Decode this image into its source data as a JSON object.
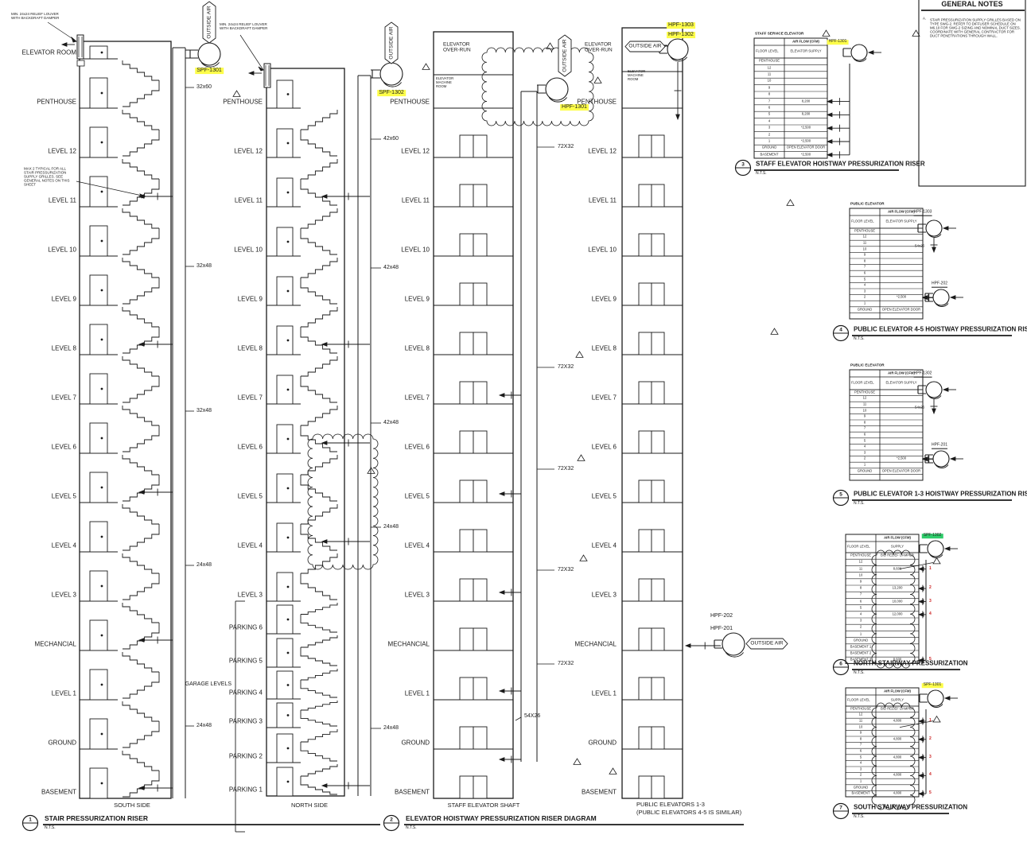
{
  "colors": {
    "line": "#1a1a1a",
    "highlight_yellow": "#fdfd4a",
    "highlight_green": "#2ecc6a",
    "marker_red": "#cc2020"
  },
  "general_notes": {
    "title": "GENERAL NOTES",
    "items": [
      {
        "id": "A.",
        "text": "STAIR PRESSURIZATION SUPPLY GRILLES BASED ON TYPE SWG-2. REFER TO DIFFUSER SCHEDULE ON M6.10 FOR SWG-2 SIZING AND NOMINAL DUCT SIZES. COORDINATE WITH GENERAL CONTRACTOR FOR DUCT PENETRATIONS THROUGH WALL."
      }
    ]
  },
  "annotations": {
    "relief_louver_note_1": "MIN. 24x24 RELIEF LOUVER WITH BACKDRAFT DAMPER",
    "relief_louver_note_2": "MIN. 24x24 RELIEF LOUVER WITH BACKDRAFT DAMPER",
    "supply_grille_note": "MAX 2 TYPICAL FOR ALL STAIR PRESSURIZATION SUPPLY GRILLES. SEE GENERAL NOTES ON THIS SHEET",
    "garage_levels": "GARAGE LEVELS",
    "outside_air": "OUTSIDE AIR"
  },
  "stair_south": {
    "side_label": "SOUTH SIDE",
    "fan_tag": "SPF-1301",
    "levels": [
      "ELEVATOR ROOM",
      "PENTHOUSE",
      "LEVEL 12",
      "LEVEL 11",
      "LEVEL 10",
      "LEVEL 9",
      "LEVEL 8",
      "LEVEL 7",
      "LEVEL 6",
      "LEVEL 5",
      "LEVEL 4",
      "LEVEL 3",
      "MECHANCIAL",
      "LEVEL 1",
      "GROUND",
      "BASEMENT"
    ],
    "duct_sizes": [
      "32x60",
      "32x48",
      "32x48",
      "24x48",
      "24x48"
    ]
  },
  "stair_north": {
    "side_label": "NORTH SIDE",
    "fan_tag": "SPF-1302",
    "levels": [
      "PENTHOUSE",
      "LEVEL 12",
      "LEVEL 11",
      "LEVEL 10",
      "LEVEL 9",
      "LEVEL 8",
      "LEVEL 7",
      "LEVEL 6",
      "LEVEL 5",
      "LEVEL 4",
      "LEVEL 3",
      "PARKING 6",
      "PARKING 5",
      "PARKING 4",
      "PARKING 3",
      "PARKING 2",
      "PARKING 1"
    ],
    "duct_sizes": [
      "42x60",
      "42x48",
      "42x48",
      "24x48",
      "24x48"
    ]
  },
  "staff_shaft": {
    "shaft_label": "STAFF ELEVATOR SHAFT",
    "overrun_label": "ELEVATOR OVER-RUN",
    "machine_room_label": "ELEVATOR MACHINE ROOM",
    "fan_tag": "HPF-1301",
    "levels": [
      "PENTHOUSE",
      "LEVEL 12",
      "LEVEL 11",
      "LEVEL 10",
      "LEVEL 9",
      "LEVEL 8",
      "LEVEL 7",
      "LEVEL 6",
      "LEVEL 5",
      "LEVEL 4",
      "LEVEL 3",
      "MECHANCIAL",
      "LEVEL 1",
      "GROUND",
      "BASEMENT"
    ],
    "duct_sizes": [
      "72X32",
      "72X32",
      "72X32",
      "72X32",
      "72X32",
      "54X26"
    ]
  },
  "public_shaft": {
    "shaft_label": "PUBLIC ELEVATORS 1-3",
    "shaft_sublabel": "(PUBLIC ELEVATORS 4-5 IS SIMILAR)",
    "overrun_label": "ELEVATOR OVER-RUN",
    "machine_room_label": "ELEVATOR MACHINE ROOM",
    "fan_tags_top": [
      "HPF-1303",
      "HPF-1302"
    ],
    "fan_tags_bottom": [
      "HPF-202",
      "HPF-201"
    ],
    "levels": [
      "PENTHOUSE",
      "LEVEL 12",
      "LEVEL 11",
      "LEVEL 10",
      "LEVEL 9",
      "LEVEL 8",
      "LEVEL 7",
      "LEVEL 6",
      "LEVEL 5",
      "LEVEL 4",
      "LEVEL 3",
      "MECHANCIAL",
      "LEVEL 1",
      "GROUND",
      "BASEMENT"
    ]
  },
  "view_titles": [
    {
      "num": "1",
      "label": "STAIR PRESSURIZATION RISER",
      "scale": "N.T.S."
    },
    {
      "num": "2",
      "label": "ELEVATOR HOISTWAY PRESSURIZATION RISER DIAGRAM",
      "scale": "N.T.S."
    },
    {
      "num": "3",
      "label": "STAFF ELEVATOR HOISTWAY PRESSURIZATION RISER",
      "scale": "N.T.S."
    },
    {
      "num": "4",
      "label": "PUBLIC ELEVATOR 4-5 HOISTWAY PRESSURIZATION RISER",
      "scale": "N.T.S."
    },
    {
      "num": "5",
      "label": "PUBLIC ELEVATOR 1-3 HOISTWAY PRESSURIZATION RISER",
      "scale": "N.T.S."
    },
    {
      "num": "6",
      "label": "NORTH STAIRWAY PRESSURIZATION",
      "scale": "N.T.S."
    },
    {
      "num": "7",
      "label": "SOUTH STAIRWAY PRESSURIZATION",
      "scale": "N.T.S."
    }
  ],
  "tables": [
    {
      "id": "staff_elevator",
      "header": "STAFF SERVICE ELEVATOR",
      "airflow_header": "AIR FLOW (CFM)",
      "col1_header": "FLOOR LEVEL",
      "col2_header": "ELEVATOR SUPPLY",
      "fan_tag_top": "HPF-1301",
      "rows": [
        {
          "level": "PENTHOUSE",
          "value": ""
        },
        {
          "level": "12",
          "value": ""
        },
        {
          "level": "11",
          "value": ""
        },
        {
          "level": "10",
          "value": ""
        },
        {
          "level": "9",
          "value": ""
        },
        {
          "level": "8",
          "value": ""
        },
        {
          "level": "7",
          "value": "8,200",
          "arrow": true
        },
        {
          "level": "6",
          "value": ""
        },
        {
          "level": "5",
          "value": "8,200",
          "arrow": true
        },
        {
          "level": "4",
          "value": ""
        },
        {
          "level": "3",
          "value": "*2,500",
          "arrow": true
        },
        {
          "level": "2",
          "value": ""
        },
        {
          "level": "1",
          "value": "*2,500",
          "arrow": true
        },
        {
          "level": "GROUND",
          "value": "OPEN ELEVATOR DOOR"
        },
        {
          "level": "BASEMENT",
          "value": "*2,500",
          "arrow": true
        }
      ]
    },
    {
      "id": "public_elevator_45",
      "header": "PUBLIC ELEVATOR",
      "airflow_header": "AIR FLOW (CFM)",
      "col1_header": "FLOOR LEVEL",
      "col2_header": "ELEVATOR SUPPLY",
      "fan_tag_top": "HPF-1303",
      "fan_duct": "54x26",
      "fan_tag_bottom": "HPF-202",
      "rows": [
        {
          "level": "PENTHOUSE",
          "value": ""
        },
        {
          "level": "12",
          "value": ""
        },
        {
          "level": "11",
          "value": ""
        },
        {
          "level": "10",
          "value": ""
        },
        {
          "level": "9",
          "value": ""
        },
        {
          "level": "8",
          "value": ""
        },
        {
          "level": "7",
          "value": ""
        },
        {
          "level": "6",
          "value": ""
        },
        {
          "level": "5",
          "value": ""
        },
        {
          "level": "4",
          "value": ""
        },
        {
          "level": "3",
          "value": ""
        },
        {
          "level": "2",
          "value": "*2,500",
          "arrow": true
        },
        {
          "level": "1",
          "value": ""
        },
        {
          "level": "GROUND",
          "value": "OPEN ELEVATOR DOOR"
        },
        {
          "level": "",
          "value": ""
        }
      ]
    },
    {
      "id": "public_elevator_13",
      "header": "PUBLIC ELEVATOR",
      "airflow_header": "AIR FLOW (CFM)",
      "col1_header": "FLOOR LEVEL",
      "col2_header": "ELEVATOR SUPPLY",
      "fan_tag_top": "HPF-1302",
      "fan_duct": "54x26",
      "fan_tag_bottom": "HPF-201",
      "rows": [
        {
          "level": "PENTHOUSE",
          "value": ""
        },
        {
          "level": "12",
          "value": ""
        },
        {
          "level": "11",
          "value": ""
        },
        {
          "level": "10",
          "value": ""
        },
        {
          "level": "9",
          "value": ""
        },
        {
          "level": "8",
          "value": ""
        },
        {
          "level": "7",
          "value": ""
        },
        {
          "level": "6",
          "value": ""
        },
        {
          "level": "5",
          "value": ""
        },
        {
          "level": "4",
          "value": ""
        },
        {
          "level": "3",
          "value": ""
        },
        {
          "level": "2",
          "value": "*2,500",
          "arrow": true
        },
        {
          "level": "1",
          "value": ""
        },
        {
          "level": "GROUND",
          "value": "OPEN ELEVATOR DOOR"
        },
        {
          "level": "",
          "value": ""
        }
      ]
    },
    {
      "id": "north_stairway",
      "header": "",
      "airflow_header": "AIR FLOW (CFM)",
      "col1_header": "FLOOR LEVEL",
      "col2_header": "SUPPLY",
      "fan_tag_top": "SPF-1302",
      "rows": [
        {
          "level": "PENTHOUSE",
          "value": "B/D RELIEF DAMPER"
        },
        {
          "level": "12",
          "value": ""
        },
        {
          "level": "11",
          "value": "8,600",
          "marker": "1",
          "triangle": true
        },
        {
          "level": "10",
          "value": ""
        },
        {
          "level": "9",
          "value": ""
        },
        {
          "level": "8",
          "value": "13,200",
          "marker": "2"
        },
        {
          "level": "7",
          "value": ""
        },
        {
          "level": "6",
          "value": "10,000",
          "marker": "3"
        },
        {
          "level": "5",
          "value": ""
        },
        {
          "level": "4",
          "value": "12,000",
          "marker": "4"
        },
        {
          "level": "3",
          "value": ""
        },
        {
          "level": "2",
          "value": ""
        },
        {
          "level": "1",
          "value": ""
        },
        {
          "level": "GROUND",
          "value": ""
        },
        {
          "level": "BASEMENT 1",
          "value": ""
        },
        {
          "level": "BASEMENT 2",
          "value": ""
        },
        {
          "level": "BASEMENT 3",
          "value": "8,600",
          "marker": "5"
        }
      ]
    },
    {
      "id": "south_stairway",
      "header": "",
      "airflow_header": "AIR FLOW (CFM)",
      "col1_header": "FLOOR LEVEL",
      "col2_header": "SUPPLY",
      "fan_tag_top": "SPF-1301",
      "rows": [
        {
          "level": "PENTHOUSE",
          "value": "B/D RELIEF DAMPER"
        },
        {
          "level": "12",
          "value": ""
        },
        {
          "level": "11",
          "value": "4,800",
          "marker": "1"
        },
        {
          "level": "10",
          "value": "",
          "triangle": true
        },
        {
          "level": "9",
          "value": ""
        },
        {
          "level": "8",
          "value": "4,800",
          "marker": "2"
        },
        {
          "level": "7",
          "value": ""
        },
        {
          "level": "6",
          "value": ""
        },
        {
          "level": "5",
          "value": "4,800",
          "marker": "3"
        },
        {
          "level": "4",
          "value": ""
        },
        {
          "level": "3",
          "value": ""
        },
        {
          "level": "2",
          "value": "4,800",
          "marker": "4"
        },
        {
          "level": "1",
          "value": ""
        },
        {
          "level": "GROUND",
          "value": ""
        },
        {
          "level": "BASEMENT",
          "value": "4,800",
          "marker": "5"
        }
      ]
    }
  ]
}
